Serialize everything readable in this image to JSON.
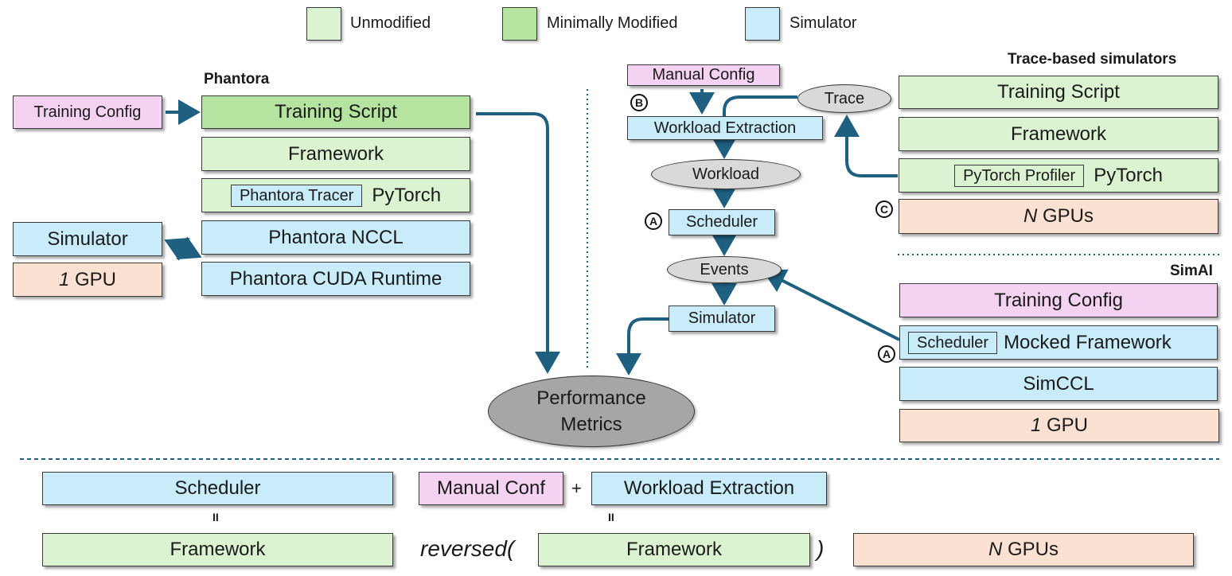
{
  "legend": {
    "unmodified": "Unmodified",
    "minimally_modified": "Minimally Modified",
    "simulator": "Simulator"
  },
  "colors": {
    "unmodified": "#dcf3d2",
    "minimally_modified": "#b5e4a0",
    "simulator": "#c9ecfa",
    "config": "#f4d2f1",
    "gpu": "#fbe1d2",
    "arrow": "#1f5f80",
    "ellipse": "#d9d9d9"
  },
  "phantora": {
    "title": "Phantora",
    "training_config": "Training Config",
    "training_script": "Training Script",
    "framework": "Framework",
    "tracer": "Phantora Tracer",
    "pytorch": "PyTorch",
    "nccl": "Phantora NCCL",
    "cuda_runtime": "Phantora CUDA Runtime",
    "simulator": "Simulator",
    "gpu_count": "1",
    "gpu_label": "GPU"
  },
  "flow": {
    "manual_config": "Manual Config",
    "marker_b": "B",
    "workload_extraction": "Workload Extraction",
    "trace": "Trace",
    "workload": "Workload",
    "marker_a": "A",
    "scheduler": "Scheduler",
    "events": "Events",
    "simulator": "Simulator",
    "performance_metrics": "Performance Metrics"
  },
  "trace_based": {
    "title": "Trace-based simulators",
    "training_script": "Training Script",
    "framework": "Framework",
    "profiler": "PyTorch Profiler",
    "pytorch": "PyTorch",
    "marker_c": "C",
    "gpu_count": "N",
    "gpu_label": "GPUs"
  },
  "simai": {
    "title": "SimAI",
    "training_config": "Training Config",
    "marker_a": "A",
    "scheduler": "Scheduler",
    "mocked_framework": "Mocked Framework",
    "simccl": "SimCCL",
    "gpu_count": "1",
    "gpu_label": "GPU"
  },
  "bottom": {
    "scheduler": "Scheduler",
    "eq1": "II",
    "framework1": "Framework",
    "manual_conf": "Manual Conf",
    "plus": "+",
    "workload_extraction": "Workload Extraction",
    "eq2": "II",
    "reversed_open": "reversed(",
    "framework2": "Framework",
    "reversed_close": ")",
    "gpu_count": "N",
    "gpu_label": "GPUs"
  }
}
